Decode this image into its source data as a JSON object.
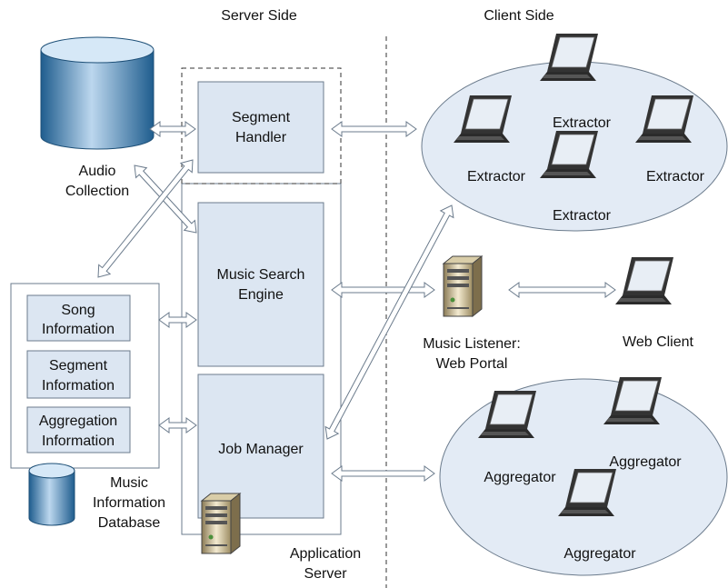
{
  "headers": {
    "server": "Server Side",
    "client": "Client Side"
  },
  "audio_collection": [
    "Audio",
    "Collection"
  ],
  "segment_handler": [
    "Segment",
    "Handler"
  ],
  "music_search_engine": [
    "Music Search",
    "Engine"
  ],
  "job_manager": "Job Manager",
  "application_server": [
    "Application",
    "Server"
  ],
  "db_tables": [
    [
      "Song",
      "Information"
    ],
    [
      "Segment",
      "Information"
    ],
    [
      "Aggregation",
      "Information"
    ]
  ],
  "music_info_db": [
    "Music",
    "Information",
    "Database"
  ],
  "extractors": [
    "Extractor",
    "Extractor",
    "Extractor",
    "Extractor"
  ],
  "aggregators": [
    "Aggregator",
    "Aggregator",
    "Aggregator"
  ],
  "web_portal": [
    "Music Listener:",
    "Web Portal"
  ],
  "web_client": "Web Client",
  "colors": {
    "box_fill": "#dce6f2",
    "ellipse_fill": "#e3ebf5",
    "stroke": "#6b7b8c"
  }
}
